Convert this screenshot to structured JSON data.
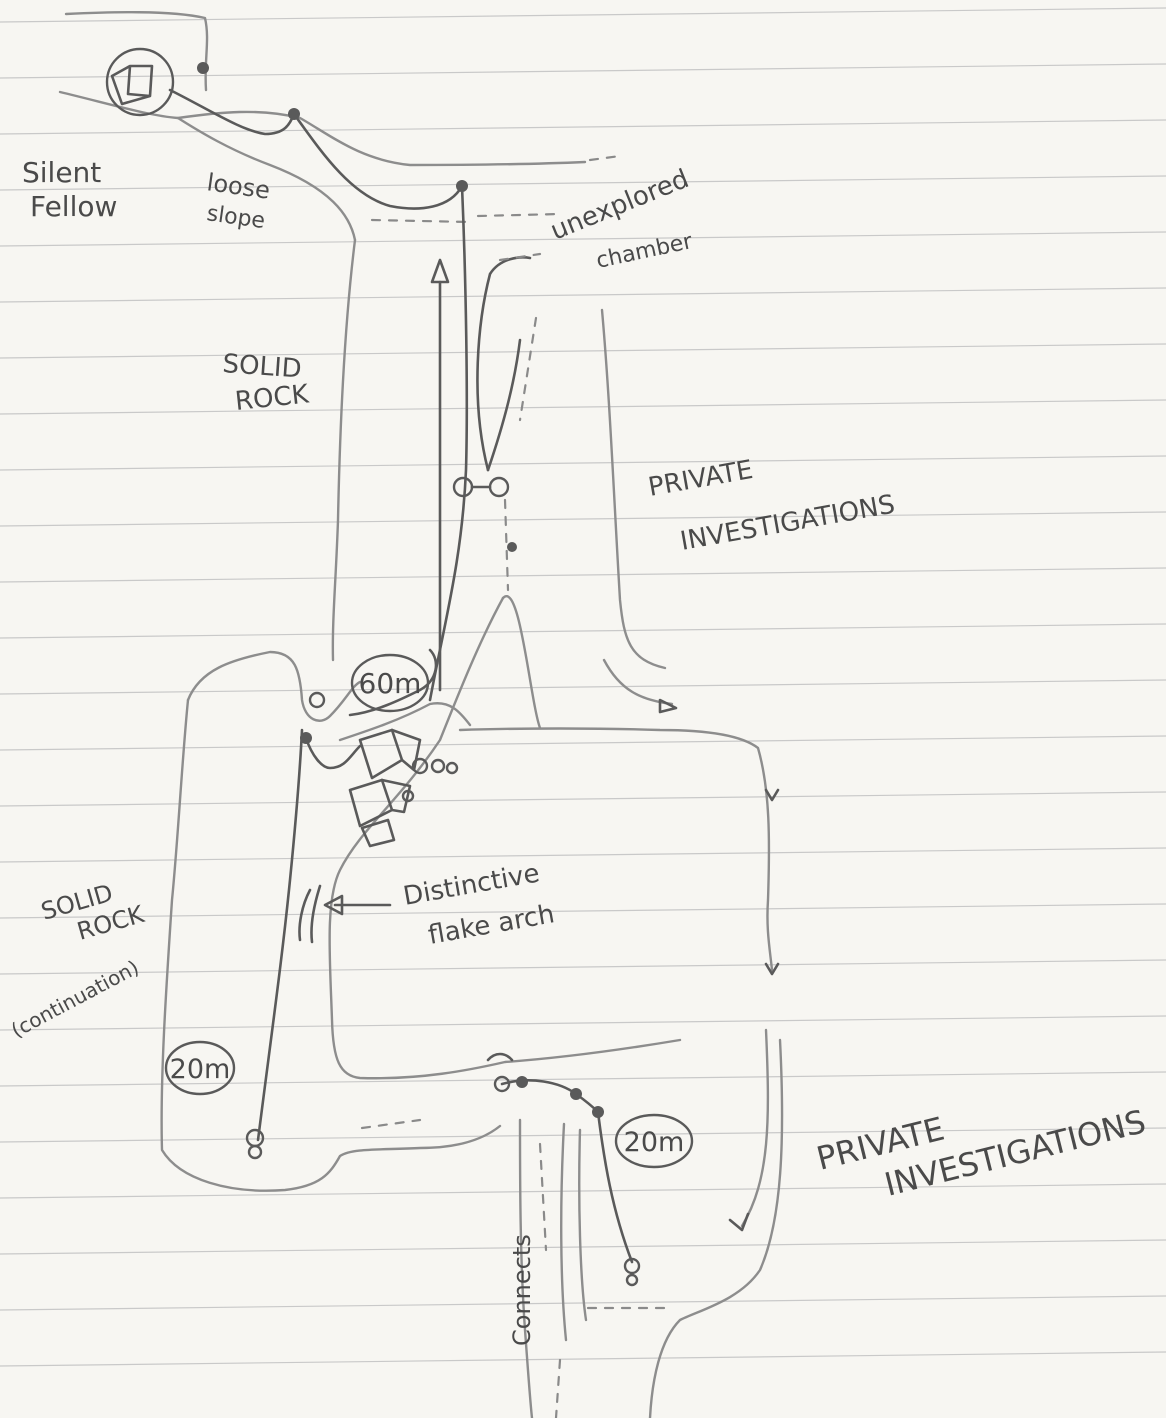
{
  "labels": {
    "silent": "Silent",
    "fellow": "Fellow",
    "loose": "loose",
    "slope": "slope",
    "unexplored": "unexplored",
    "chamber": "chamber",
    "solid_top": "SOLID",
    "rock_top": "ROCK",
    "private_top": "PRIVATE",
    "investigations_top": "INVESTIGATIONS",
    "distinctive": "Distinctive",
    "flake_arch": "flake arch",
    "solid_left": "SOLID",
    "rock_left": "ROCK",
    "continuation": "(continuation)",
    "private_bottom": "PRIVATE",
    "investigations_bottom": "INVESTIGATIONS",
    "connects": "Connects"
  },
  "pitch_badges": {
    "upper": "60m",
    "left": "20m",
    "lower": "20m"
  },
  "colors": {
    "paper": "#f7f6f2",
    "ink": "#5a5a5a",
    "pencil": "#8d8d8d",
    "rule_lines": "#c9c9c9"
  },
  "icons": {
    "entrance": "entrance-box-icon",
    "arrows": "arrow-head-icon",
    "anchors": "bolt-anchor-icon"
  }
}
